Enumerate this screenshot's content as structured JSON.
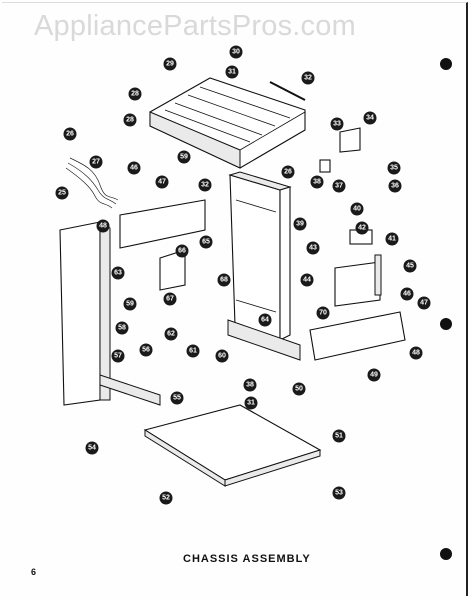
{
  "watermark": "AppliancePartsPros.com",
  "caption": "CHASSIS ASSEMBLY",
  "page_number": "6",
  "callouts": [
    "30",
    "29",
    "31",
    "32",
    "28",
    "26",
    "27",
    "28",
    "25",
    "46",
    "47",
    "59",
    "33",
    "34",
    "35",
    "36",
    "37",
    "38",
    "26",
    "32",
    "39",
    "40",
    "42",
    "43",
    "41",
    "48",
    "66",
    "65",
    "63",
    "68",
    "67",
    "45",
    "44",
    "58",
    "59",
    "70",
    "46",
    "47",
    "64",
    "62",
    "61",
    "60",
    "56",
    "57",
    "48",
    "49",
    "50",
    "38",
    "55",
    "31",
    "54",
    "51",
    "52",
    "53"
  ]
}
